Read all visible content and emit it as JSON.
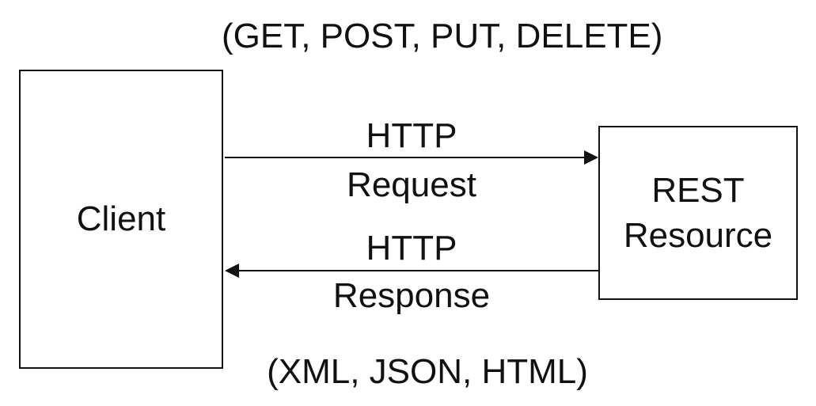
{
  "diagram": {
    "methods": "(GET, POST, PUT, DELETE)",
    "formats": "(XML, JSON, HTML)",
    "client": {
      "label": "Client"
    },
    "resource": {
      "line1": "REST",
      "line2": "Resource"
    },
    "request": {
      "line1": "HTTP",
      "line2": "Request"
    },
    "response": {
      "line1": "HTTP",
      "line2": "Response"
    }
  },
  "colors": {
    "stroke": "#111111",
    "background": "#ffffff"
  }
}
